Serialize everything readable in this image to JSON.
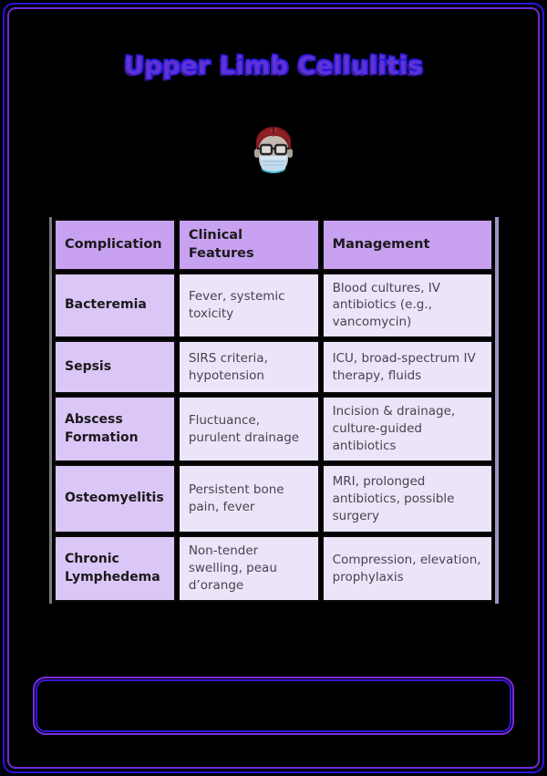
{
  "page": {
    "title": "Upper Limb Cellulitis"
  },
  "avatar": {
    "description": "person with red hair, glasses and surgical mask"
  },
  "table": {
    "headers": [
      "Complication",
      "Clinical Features",
      "Management"
    ],
    "rows": [
      {
        "complication": "Bacteremia",
        "clinical_features": "Fever, systemic toxicity",
        "management": "Blood cultures, IV antibiotics (e.g., vancomycin)"
      },
      {
        "complication": "Sepsis",
        "clinical_features": "SIRS criteria, hypotension",
        "management": "ICU, broad-spectrum IV therapy, fluids"
      },
      {
        "complication": "Abscess Formation",
        "clinical_features": "Fluctuance, purulent drainage",
        "management": "Incision & drainage, culture-guided antibiotics"
      },
      {
        "complication": "Osteomyelitis",
        "clinical_features": "Persistent bone pain, fever",
        "management": "MRI, prolonged antibiotics, possible surgery"
      },
      {
        "complication": "Chronic Lymphedema",
        "clinical_features": "Non-tender swelling, peau d’orange",
        "management": "Compression, elevation, prophylaxis"
      }
    ]
  },
  "colors": {
    "background": "#000000",
    "outer_border_blue": "#2a14de",
    "inner_border_purple": "#6c2ad6",
    "title_purple": "#5f33d2",
    "title_shadow_blue": "#2b19e6",
    "header_cell_bg": "#c8a1f1",
    "row_header_bg": "#dbc6f8",
    "body_cell_bg": "#ece4f9",
    "cell_border": "#0a0a0a",
    "answer_box_outer": "#7c2ce2",
    "answer_box_inner": "#3118d8"
  }
}
